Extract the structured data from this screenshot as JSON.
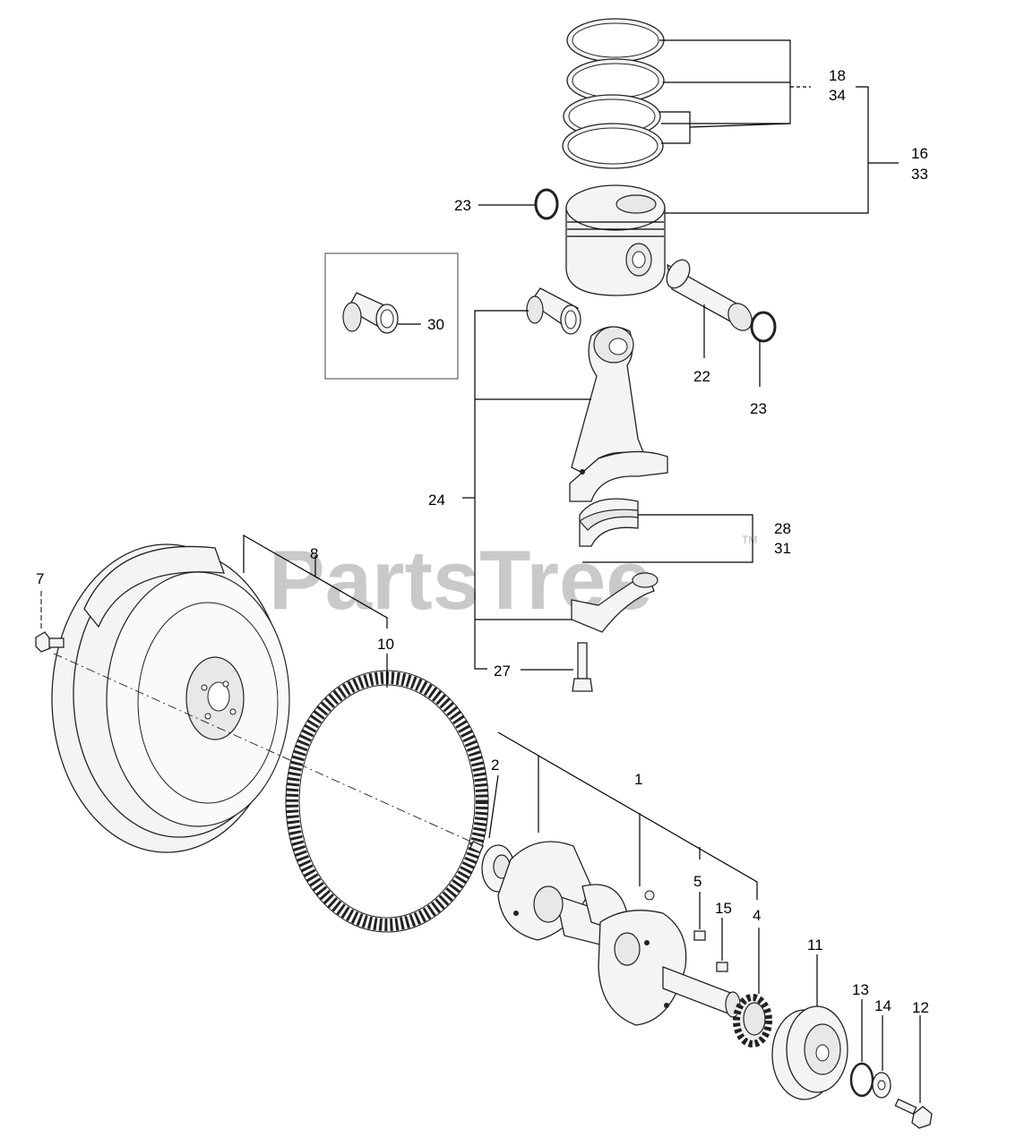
{
  "watermark": {
    "text": "PartsTree",
    "trademark": "TM"
  },
  "callouts": {
    "c18": "18",
    "c34": "34",
    "c16": "16",
    "c33": "33",
    "c23a": "23",
    "c30": "30",
    "c22": "22",
    "c23b": "23",
    "c24": "24",
    "c28": "28",
    "c31": "31",
    "c8": "8",
    "c7": "7",
    "c10": "10",
    "c27": "27",
    "c2": "2",
    "c1": "1",
    "c5": "5",
    "c15": "15",
    "c4": "4",
    "c11": "11",
    "c13": "13",
    "c14": "14",
    "c12": "12"
  },
  "parts": [
    "piston-ring-set",
    "piston",
    "piston-pin",
    "circlip",
    "small-end-bushing",
    "connecting-rod",
    "rod-bearing",
    "rod-bolt",
    "flywheel",
    "flywheel-bolt",
    "ring-gear",
    "dowel-pin",
    "crankshaft",
    "key",
    "crank-gear",
    "crank-pulley",
    "o-ring",
    "washer",
    "pulley-bolt"
  ]
}
